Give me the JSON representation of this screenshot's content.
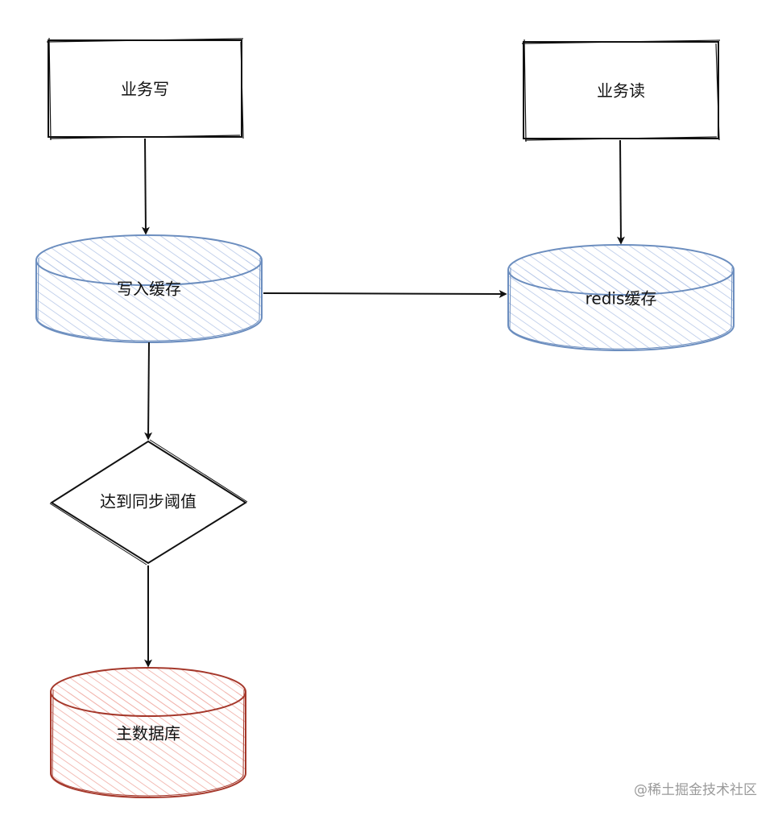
{
  "nodes": {
    "business_write": {
      "label": "业务写"
    },
    "business_read": {
      "label": "业务读"
    },
    "write_cache": {
      "label": "写入缓存"
    },
    "redis_cache": {
      "label": "redis缓存"
    },
    "sync_threshold": {
      "label": "达到同步阈值"
    },
    "main_db": {
      "label": "主数据库"
    }
  },
  "edges": [
    {
      "from": "业务写",
      "to": "写入缓存"
    },
    {
      "from": "业务读",
      "to": "redis缓存"
    },
    {
      "from": "写入缓存",
      "to": "redis缓存"
    },
    {
      "from": "写入缓存",
      "to": "达到同步阈值"
    },
    {
      "from": "达到同步阈值",
      "to": "主数据库"
    }
  ],
  "watermark": "@稀土掘金技术社区",
  "colors": {
    "cache_stroke": "#6c8ebf",
    "cache_hatch": "#b7c8e8",
    "db_stroke": "#a5382b",
    "db_hatch": "#f2b5ae",
    "box_stroke": "#111111"
  }
}
